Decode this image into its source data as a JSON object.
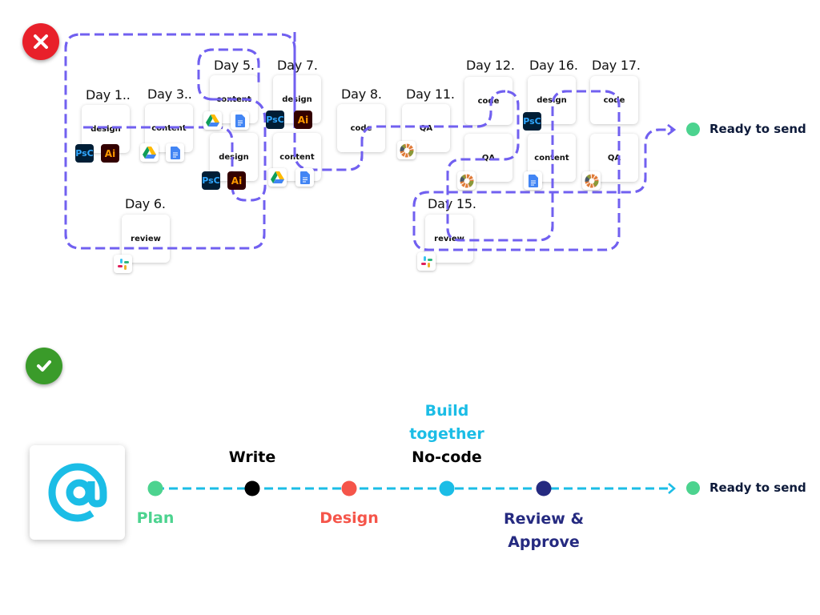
{
  "bad_example": {
    "status_icon": "close-icon",
    "status_color": "#e8202a",
    "path_color": "#7160f0",
    "days": [
      {
        "label": "Day 1..",
        "tasks": [
          {
            "name": "design",
            "tools": [
              "photoshop",
              "illustrator"
            ]
          }
        ]
      },
      {
        "label": "Day 3..",
        "tasks": [
          {
            "name": "content",
            "tools": [
              "google-drive",
              "google-docs"
            ]
          }
        ]
      },
      {
        "label": "Day 5.",
        "tasks": [
          {
            "name": "content",
            "tools": [
              "google-drive",
              "google-docs"
            ]
          },
          {
            "name": "design",
            "tools": [
              "photoshop",
              "illustrator"
            ]
          }
        ]
      },
      {
        "label": "Day 6.",
        "tasks": [
          {
            "name": "review",
            "tools": [
              "slack"
            ]
          }
        ]
      },
      {
        "label": "Day 7.",
        "tasks": [
          {
            "name": "design",
            "tools": [
              "photoshop",
              "illustrator"
            ]
          },
          {
            "name": "content",
            "tools": [
              "google-drive",
              "google-docs"
            ]
          }
        ]
      },
      {
        "label": "Day 8.",
        "tasks": [
          {
            "name": "code",
            "tools": []
          }
        ]
      },
      {
        "label": "Day 11.",
        "tasks": [
          {
            "name": "QA",
            "tools": [
              "color-wheel"
            ]
          }
        ]
      },
      {
        "label": "Day 12.",
        "tasks": [
          {
            "name": "code",
            "tools": []
          },
          {
            "name": "QA",
            "tools": [
              "color-wheel"
            ]
          }
        ]
      },
      {
        "label": "Day 15.",
        "tasks": [
          {
            "name": "review",
            "tools": [
              "slack"
            ]
          }
        ]
      },
      {
        "label": "Day 16.",
        "tasks": [
          {
            "name": "design",
            "tools": [
              "photoshop"
            ]
          },
          {
            "name": "content",
            "tools": [
              "google-docs"
            ]
          }
        ]
      },
      {
        "label": "Day 17.",
        "tasks": [
          {
            "name": "code",
            "tools": []
          },
          {
            "name": "QA",
            "tools": [
              "color-wheel"
            ]
          }
        ]
      }
    ],
    "tool_labels": {
      "photoshop": "PsC",
      "illustrator": "Ai"
    },
    "end_label": "Ready to send"
  },
  "good_example": {
    "status_icon": "check-icon",
    "status_color": "#3a9b2a",
    "logo_icon": "at-sign-icon",
    "line_color": "#1bbde6",
    "stages": [
      {
        "label": "Plan",
        "label_position": "below",
        "color": "#4cd38f"
      },
      {
        "label": "Write",
        "label_position": "above",
        "color": "#000000"
      },
      {
        "label": "Design",
        "label_position": "below",
        "color": "#f5554a"
      },
      {
        "label_line1": "Build",
        "label_line2": "together",
        "label_line3": "No-code",
        "label_position": "above",
        "color": "#1bbde6"
      },
      {
        "label_line1": "Review &",
        "label_line2": "Approve",
        "label_position": "below",
        "color": "#252a80"
      }
    ],
    "end_label": "Ready to send"
  }
}
